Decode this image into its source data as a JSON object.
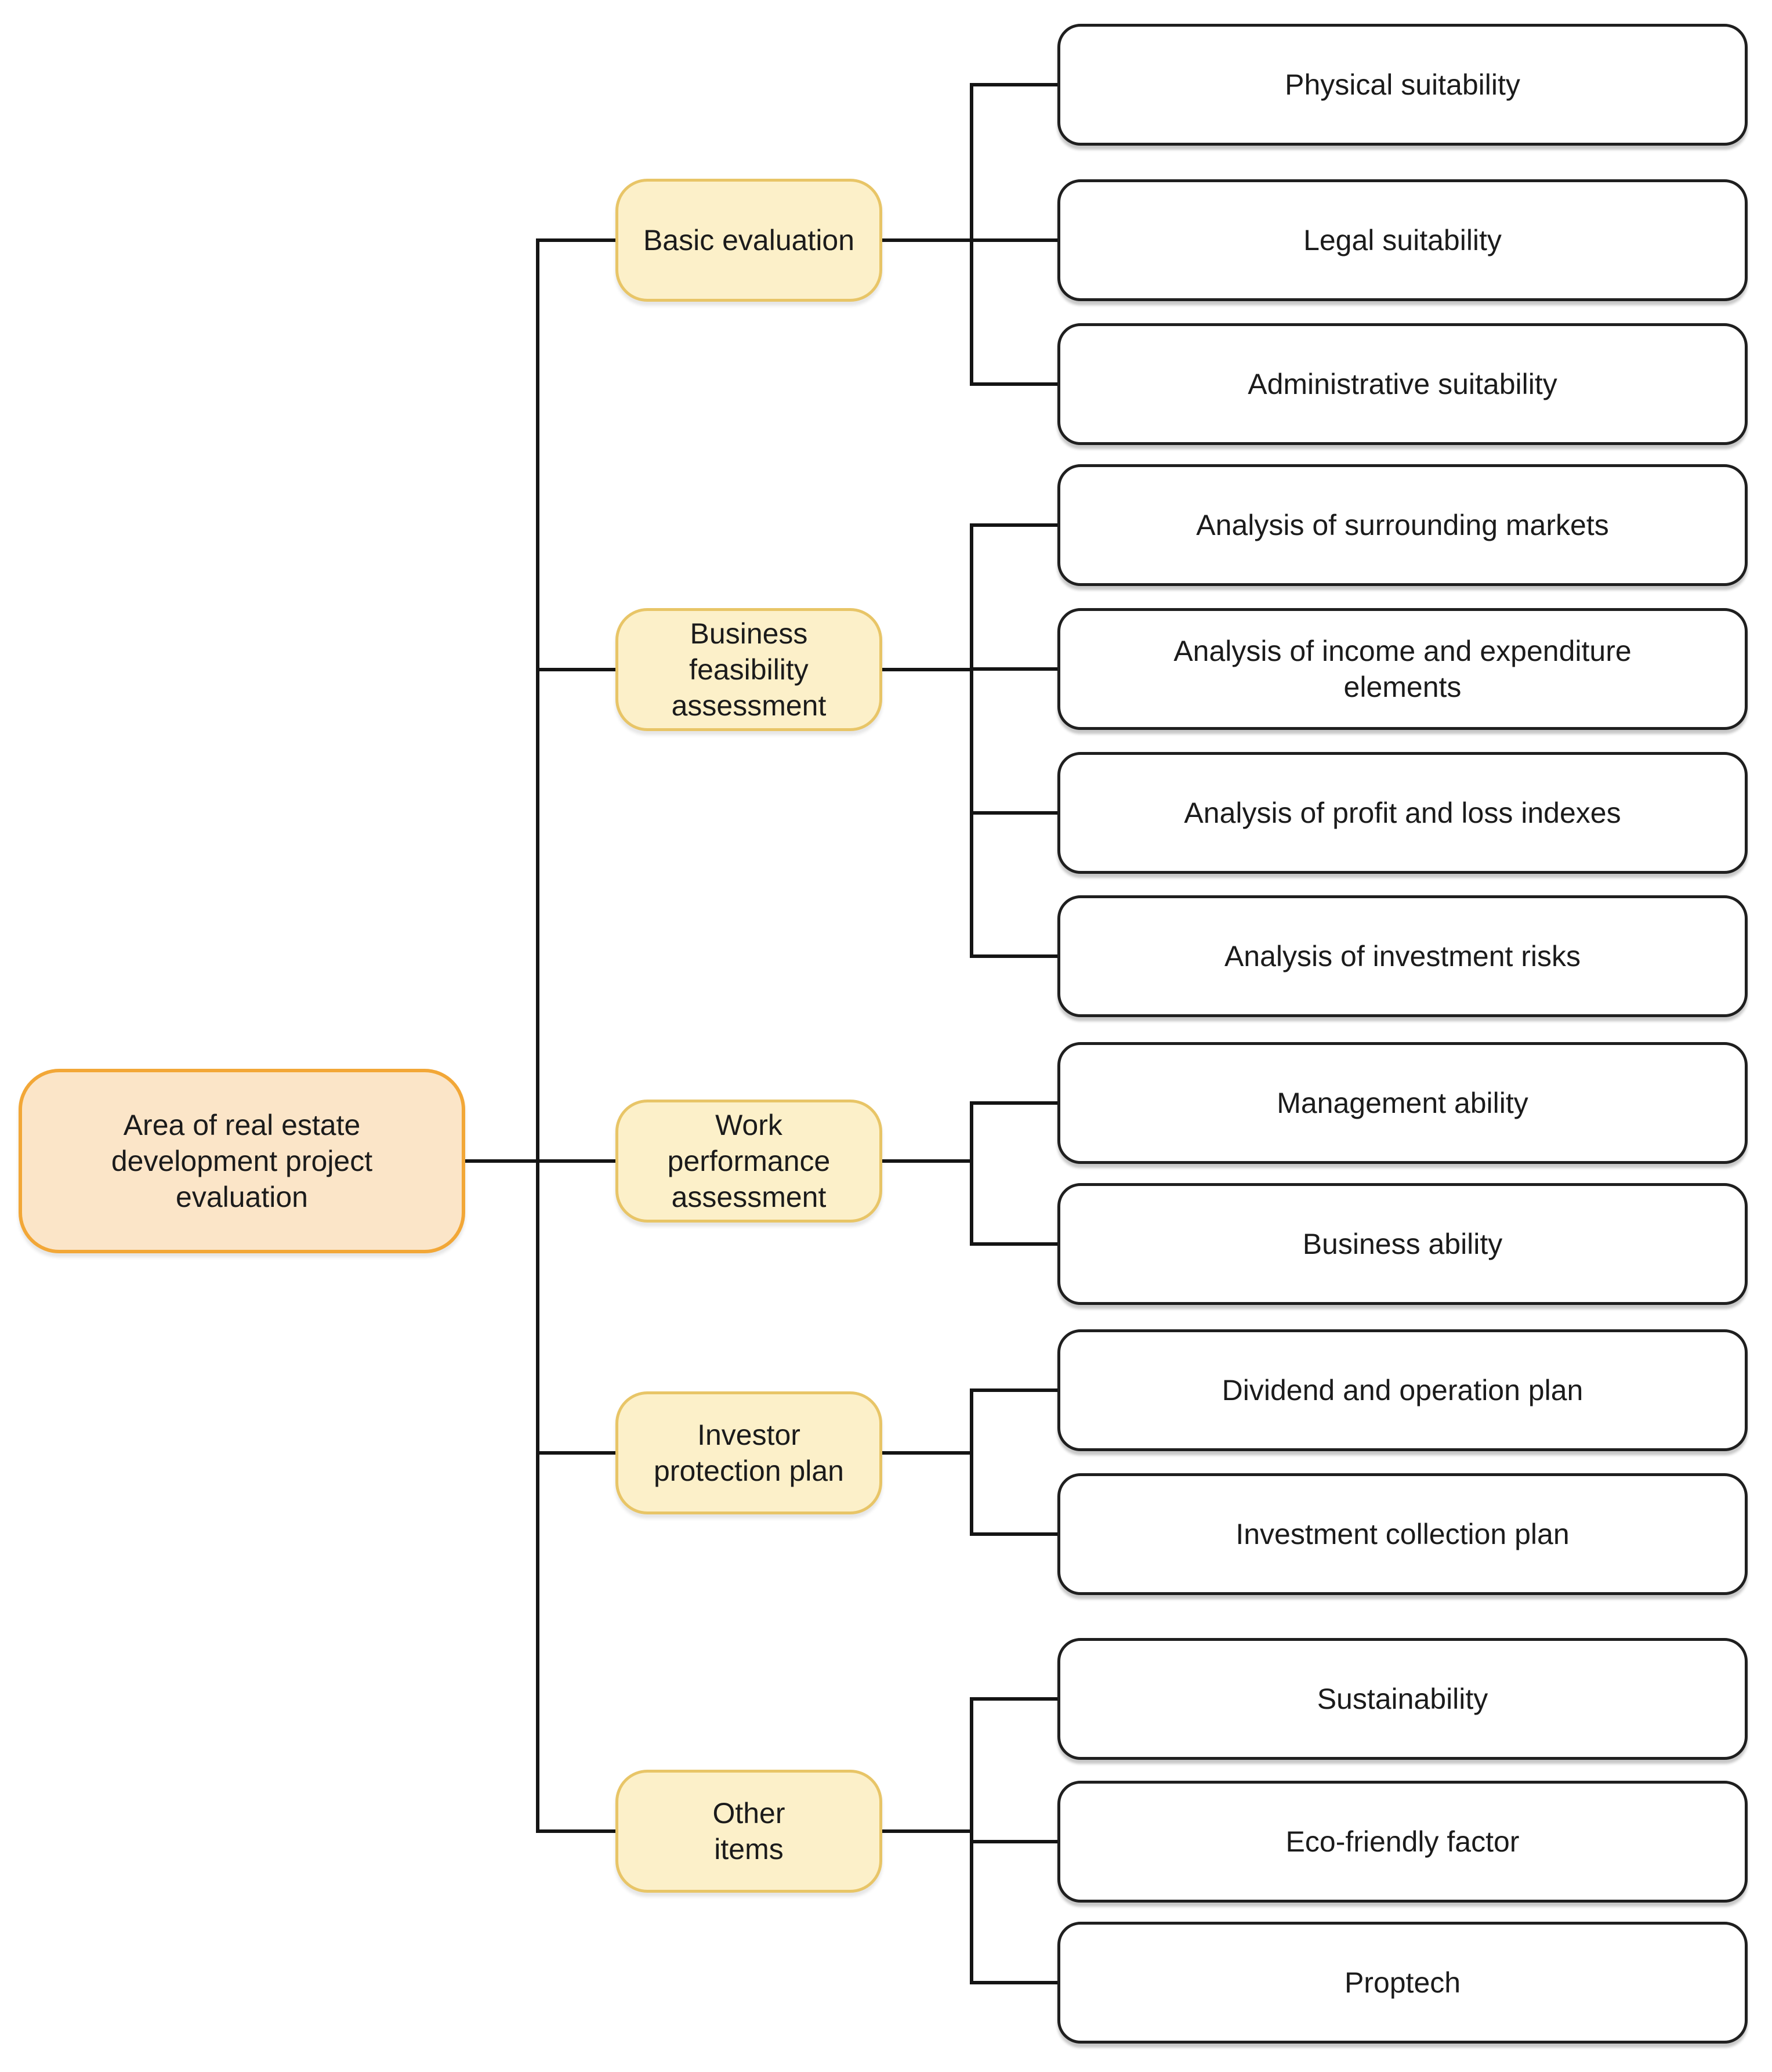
{
  "diagram": {
    "root": {
      "label": "Area of real estate\ndevelopment project\nevaluation"
    },
    "groups": [
      {
        "branch": "Basic evaluation",
        "children": [
          "Physical suitability",
          "Legal suitability",
          "Administrative suitability"
        ]
      },
      {
        "branch": "Business\nfeasibility\nassessment",
        "children": [
          "Analysis of surrounding markets",
          "Analysis of income and expenditure\nelements",
          "Analysis of profit and loss indexes",
          "Analysis of investment risks"
        ]
      },
      {
        "branch": "Work\nperformance\nassessment",
        "children": [
          "Management ability",
          "Business ability"
        ]
      },
      {
        "branch": "Investor\nprotection plan",
        "children": [
          "Dividend and operation plan",
          "Investment collection plan"
        ]
      },
      {
        "branch": "Other\nitems",
        "children": [
          "Sustainability",
          "Eco-friendly factor",
          "Proptech"
        ]
      }
    ],
    "colors": {
      "root_fill": "#fbe5c8",
      "root_border": "#f2a737",
      "branch_fill": "#fcf0c9",
      "branch_border": "#e8c567",
      "leaf_fill": "#ffffff",
      "leaf_border": "#1f1f1f",
      "connector": "#141414",
      "text": "#1b1b1b"
    }
  }
}
